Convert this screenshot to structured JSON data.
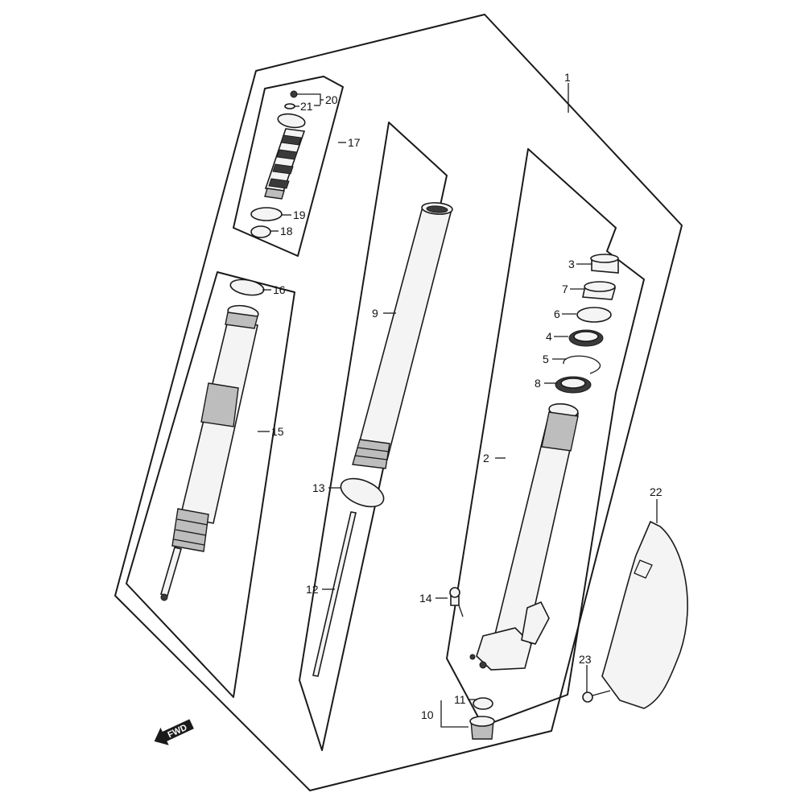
{
  "callouts": {
    "c1": "1",
    "c2": "2",
    "c3": "3",
    "c4": "4",
    "c5": "5",
    "c6": "6",
    "c7": "7",
    "c8": "8",
    "c9": "9",
    "c10": "10",
    "c11": "11",
    "c12": "12",
    "c13": "13",
    "c14": "14",
    "c15": "15",
    "c16": "16",
    "c17": "17",
    "c18": "18",
    "c19": "19",
    "c20": "20",
    "c21": "21",
    "c22": "22",
    "c23": "23"
  },
  "fwd_label": "FWD",
  "colors": {
    "line": "#1a1a1a",
    "background": "#ffffff",
    "part_fill": "#f4f4f4",
    "shade": "#3a3a3a"
  }
}
